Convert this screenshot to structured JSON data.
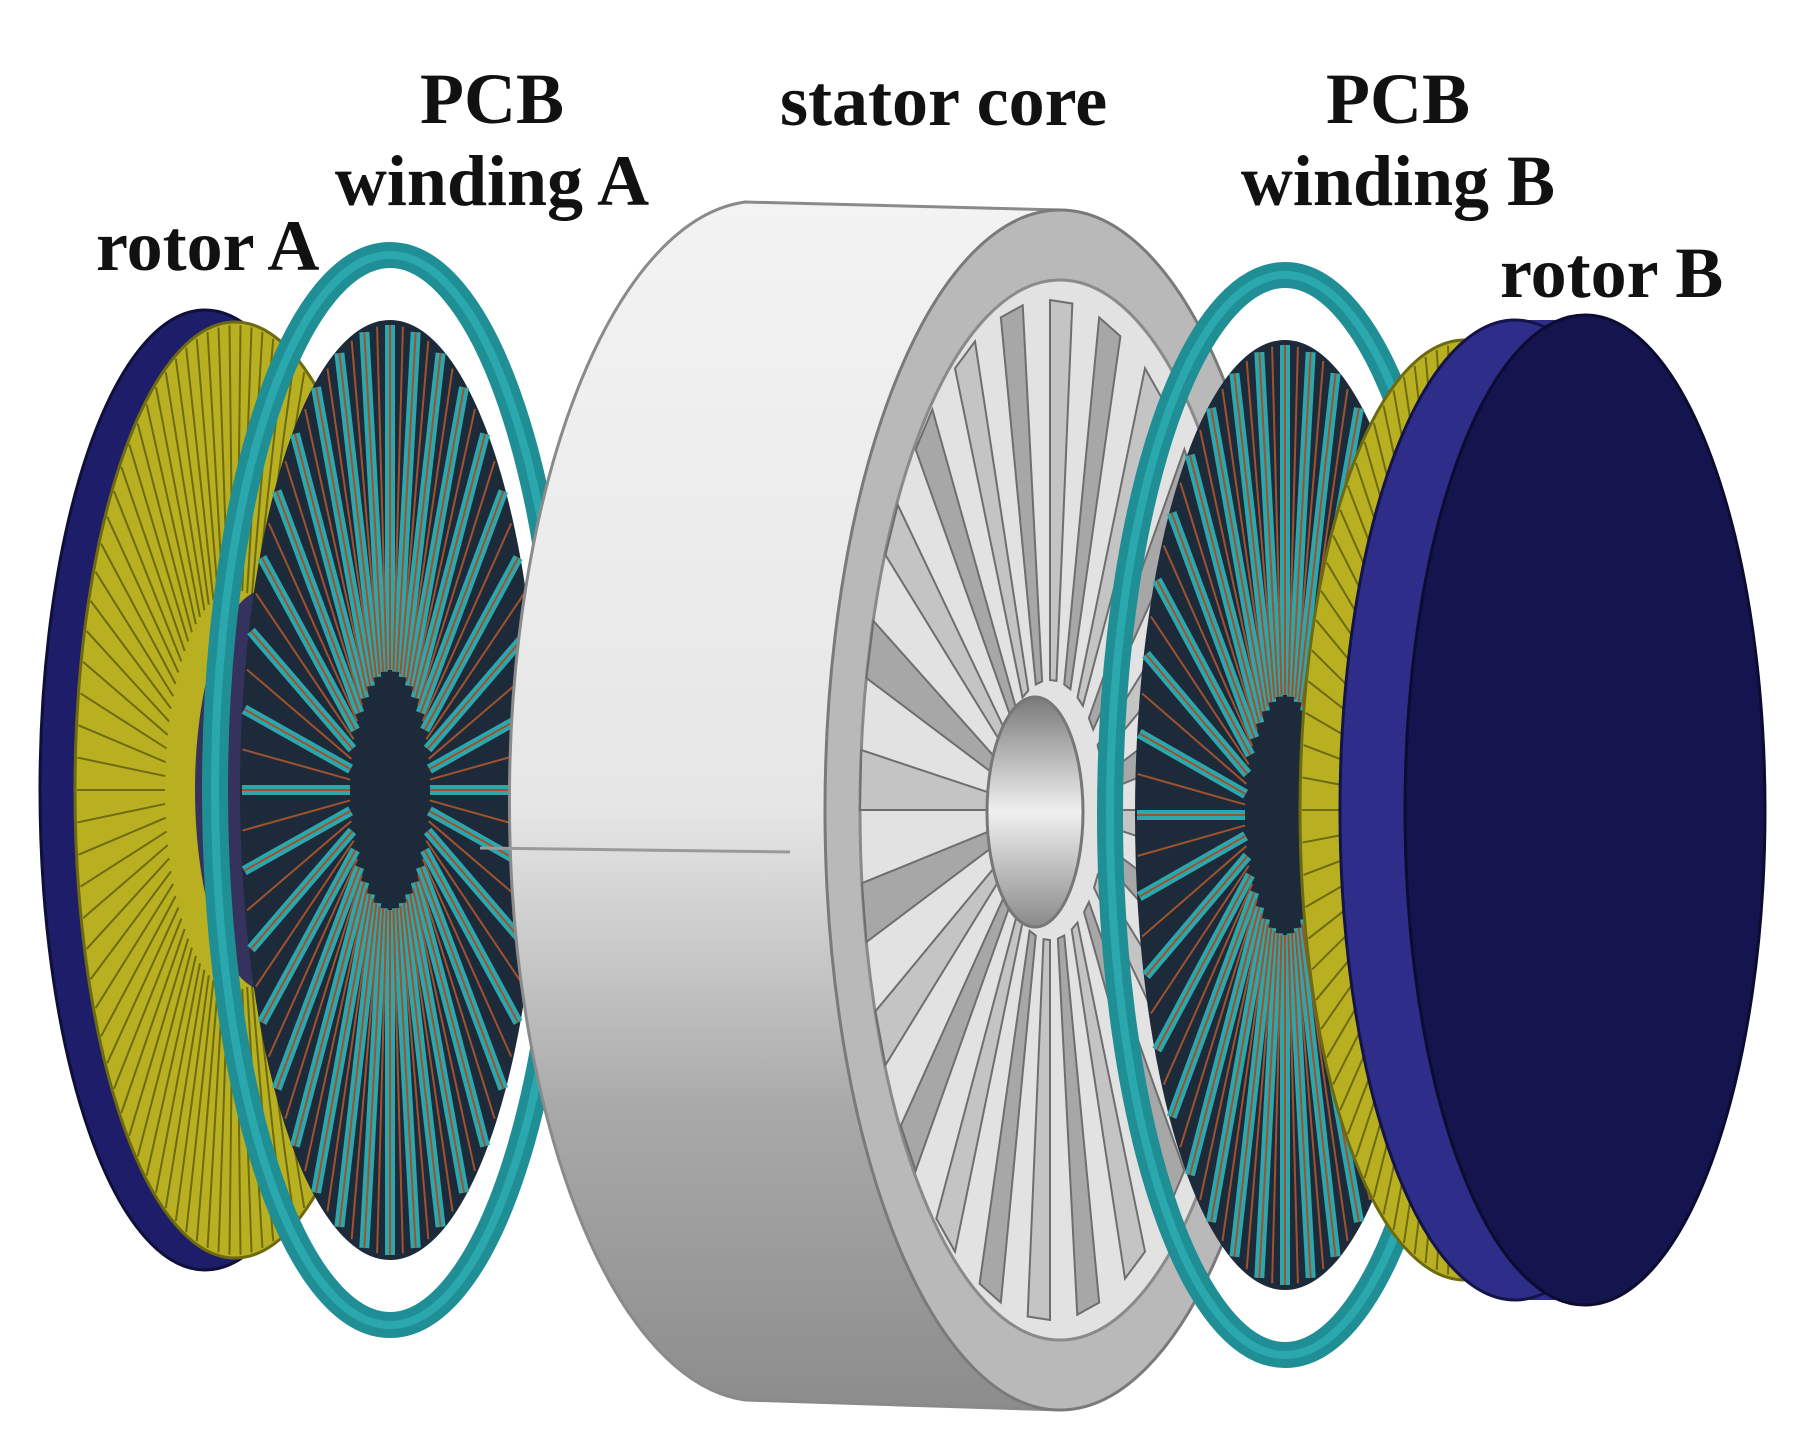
{
  "labels": {
    "rotor_a": "rotor A",
    "pcb_winding_a_line1": "PCB",
    "pcb_winding_a_line2": "winding A",
    "stator_core": "stator core",
    "pcb_winding_b_line1": "PCB",
    "pcb_winding_b_line2": "winding B",
    "rotor_b": "rotor B"
  },
  "colors": {
    "rotor_disc": "#1a1a5e",
    "rotor_edge": "#2e2e8a",
    "magnet_ring": "#b8b020",
    "pcb_ring": "#1f8f95",
    "pcb_trace": "#a0522d",
    "stator_shell": "#dcdcdc",
    "stator_tooth": "#9a9a9a",
    "background": "#ffffff"
  },
  "components": [
    "rotor A",
    "PCB winding A",
    "stator core",
    "PCB winding B",
    "rotor B"
  ]
}
